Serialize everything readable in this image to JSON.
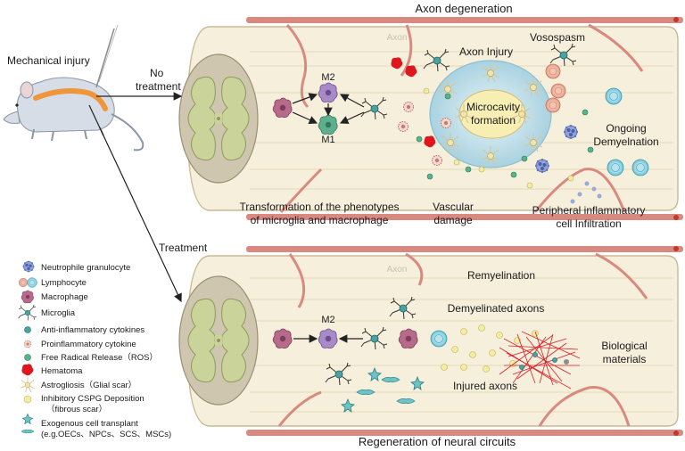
{
  "labels": {
    "mechanical_injury": "Mechanical injury",
    "no_treatment_1": "No",
    "no_treatment_2": "treatment",
    "treatment": "Treatment",
    "axon_degeneration": "Axon degeneration",
    "axon_top": "Axon",
    "axon_bottom": "Axon",
    "axon_injury": "Axon Injury",
    "vasospasm": "Vosospasm",
    "microcavity_1": "Microcavity",
    "microcavity_2": "formation",
    "ongoing_1": "Ongoing",
    "ongoing_2": "Demyelnation",
    "m2_top": "M2",
    "m1": "M1",
    "m2_bottom": "M2",
    "transformation_1": "Transformation of the phenotypes",
    "transformation_2": "of microglia and macrophage",
    "vascular_1": "Vascular",
    "vascular_2": "damage",
    "peripheral_1": "Peripheral inflammatory",
    "peripheral_2": "cell Infiltration",
    "remyelination": "Remyelination",
    "demyelinated_axons": "Demyelinated axons",
    "biological_1": "Biological",
    "biological_2": "materials",
    "injured_axons": "Injured axons",
    "regeneration": "Regeneration of neural circuits"
  },
  "legend": [
    {
      "text": "Neutrophile granulocyte",
      "icon": "neutrophil-icon"
    },
    {
      "text": "Lymphocyte",
      "icon": "lymphocyte-icon"
    },
    {
      "text": "Macrophage",
      "icon": "macrophage-icon"
    },
    {
      "text": "Microglia",
      "icon": "microglia-icon"
    },
    {
      "text": "Anti-inflammatory cytokines",
      "icon": "anti-inflammatory-icon"
    },
    {
      "text": "Proinflammatory cytokine",
      "icon": "proinflammatory-icon"
    },
    {
      "text": "Free Radical Release（ROS）",
      "icon": "ros-icon"
    },
    {
      "text": "Hematoma",
      "icon": "hematoma-icon"
    },
    {
      "text": "Astrogliosis（Glial scar）",
      "icon": "astrocyte-icon"
    },
    {
      "text": "Inhibitory CSPG Deposition",
      "text2": "（fibrous scar）",
      "icon": "cspg-icon"
    },
    {
      "text": "Exogenous cell transplant",
      "text2": "(e.g.OECs、NPCs、SCS、MSCs)",
      "icon": "stem-cell-icon"
    }
  ],
  "colors": {
    "tissue": "#f6efdc",
    "tissue_edge": "#c9b995",
    "vessel": "#d98a80",
    "grey_matter": "#c9d39a",
    "cord": "#cfc6b0",
    "cyst": "#cfe6ee",
    "cavity": "#f7eeb4",
    "macrophage": "#b86a8a",
    "microglia": "#4aa3a0"
  }
}
